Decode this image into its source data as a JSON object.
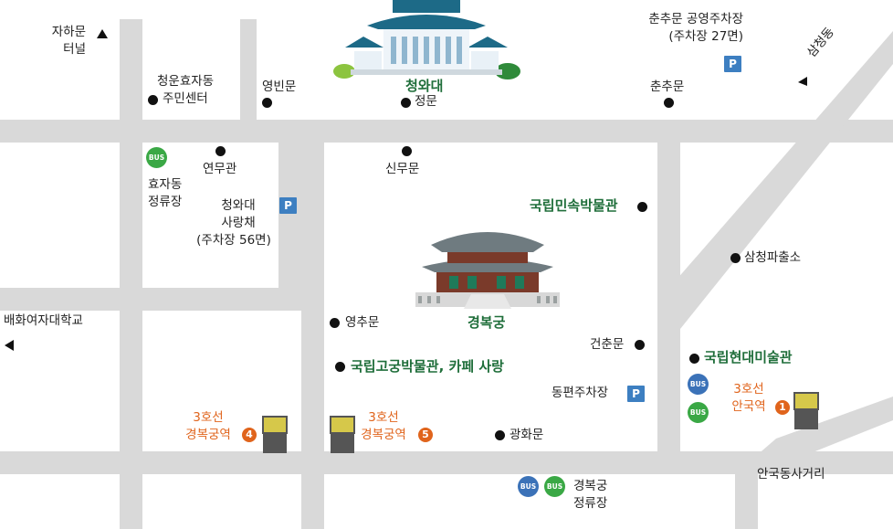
{
  "labels": {
    "jahamun": [
      "자하문",
      "터널"
    ],
    "cheongun": [
      "청운효자동",
      "주민센터"
    ],
    "yeongbinmun": "영빈문",
    "cheongwadae": "청와대",
    "jeongmun": "정문",
    "chunchumun_parking": [
      "춘추문 공영주차장",
      "(주차장 27면)"
    ],
    "chunchumun": "춘추문",
    "samcheongdong": "삼청동",
    "yeonmugwan": "연무관",
    "sinmumun": "신무문",
    "hyojadong_stop": [
      "효자동",
      "정류장"
    ],
    "sarangchae": [
      "청와대",
      "사랑채",
      "(주차장 56면)"
    ],
    "folk_museum": "국립민속박물관",
    "samcheong_police": "삼청파출소",
    "ewha_school": "배화여자대학교",
    "yeongchumun": "영추문",
    "gyeongbokgung": "경복궁",
    "geonchunmun": "건춘문",
    "mmca": "국립현대미술관",
    "palace_museum": "국립고궁박물관, 카페 사랑",
    "dongpyeon_parking": "동편주차장",
    "anguk_station": [
      "3호선",
      "안국역"
    ],
    "gyeongbokgung_station_4": [
      "3호선",
      "경복궁역"
    ],
    "gyeongbokgung_station_5": [
      "3호선",
      "경복궁역"
    ],
    "gwanghwamun": "광화문",
    "anguk_intersection": "안국동사거리",
    "gyeongbokgung_stop": [
      "경복궁",
      "정류장"
    ]
  },
  "exit_numbers": {
    "anguk": "1",
    "exit4": "4",
    "exit5": "5"
  },
  "icons": {
    "parking": "P",
    "bus": "BUS"
  },
  "colors": {
    "road": "#d9d9d9",
    "green_label": "#1f6e3a",
    "orange_label": "#e0641c",
    "parking": "#3d7fc1",
    "bus_green": "#3aa845",
    "bus_blue": "#3b72b8"
  }
}
